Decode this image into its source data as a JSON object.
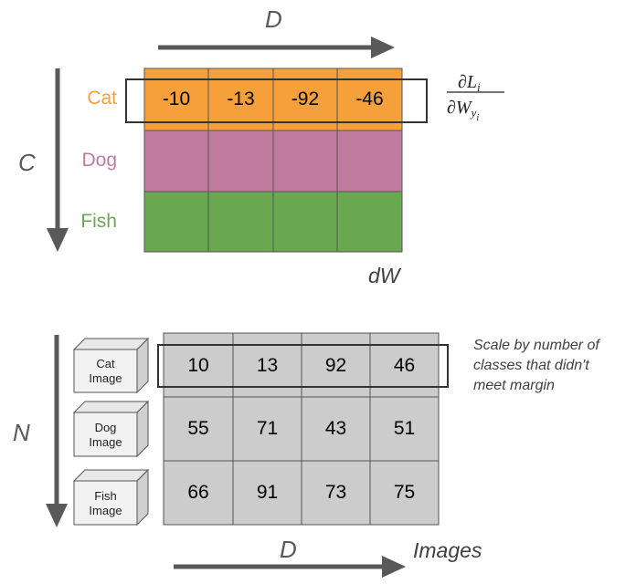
{
  "top": {
    "axis_d": "D",
    "axis_c": "C",
    "matrix_label": "dW",
    "rows": [
      {
        "label": "Cat",
        "color": "#f5a03a",
        "label_color": "#f5a03a",
        "values": [
          "-10",
          "-13",
          "-92",
          "-46"
        ]
      },
      {
        "label": "Dog",
        "color": "#c27ba0",
        "label_color": "#c27ba0",
        "values": [
          "",
          "",
          "",
          ""
        ]
      },
      {
        "label": "Fish",
        "color": "#6aa84f",
        "label_color": "#6aa84f",
        "values": [
          "",
          "",
          "",
          ""
        ]
      }
    ],
    "formula": {
      "numerator": "∂L",
      "num_sub": "i",
      "denominator": "∂W",
      "den_sub": "y",
      "den_subsub": "i"
    }
  },
  "bottom": {
    "axis_n": "N",
    "axis_d": "D",
    "images_label": "Images",
    "note_lines": [
      "Scale by number of",
      "classes that didn't",
      "meet margin"
    ],
    "cell_color": "#cccccc",
    "rows": [
      {
        "image_line1": "Cat",
        "image_line2": "Image",
        "values": [
          "10",
          "13",
          "92",
          "46"
        ]
      },
      {
        "image_line1": "Dog",
        "image_line2": "Image",
        "values": [
          "55",
          "71",
          "43",
          "51"
        ]
      },
      {
        "image_line1": "Fish",
        "image_line2": "Image",
        "values": [
          "66",
          "91",
          "73",
          "75"
        ]
      }
    ]
  }
}
